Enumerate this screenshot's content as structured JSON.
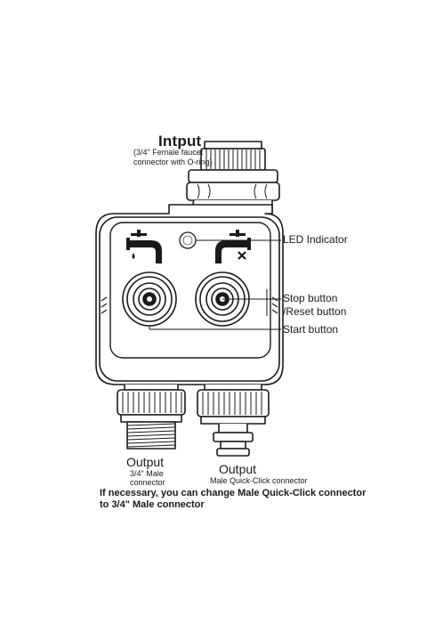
{
  "labels": {
    "input_title": "Intput",
    "input_sub_1": "(3/4\" Female faucet",
    "input_sub_2": "connector with O-ring)",
    "led": "LED Indicator",
    "stop_1": "Stop button",
    "stop_2": "/Reset button",
    "start": "Start button",
    "out_left_title": "Output",
    "out_left_sub_1": "3/4\" Male",
    "out_left_sub_2": "connector",
    "out_right_title": "Output",
    "out_right_sub": "Male Quick-Click connector",
    "note_1": "If necessary, you can change Male Quick-Click connector",
    "note_2": "to 3/4\" Male connector"
  },
  "icons": {
    "left_faucet": "faucet-drip-icon",
    "right_faucet": "faucet-off-icon"
  },
  "colors": {
    "line": "#1a1a1a",
    "panel": "#ffffff",
    "body": "#ffffff"
  }
}
